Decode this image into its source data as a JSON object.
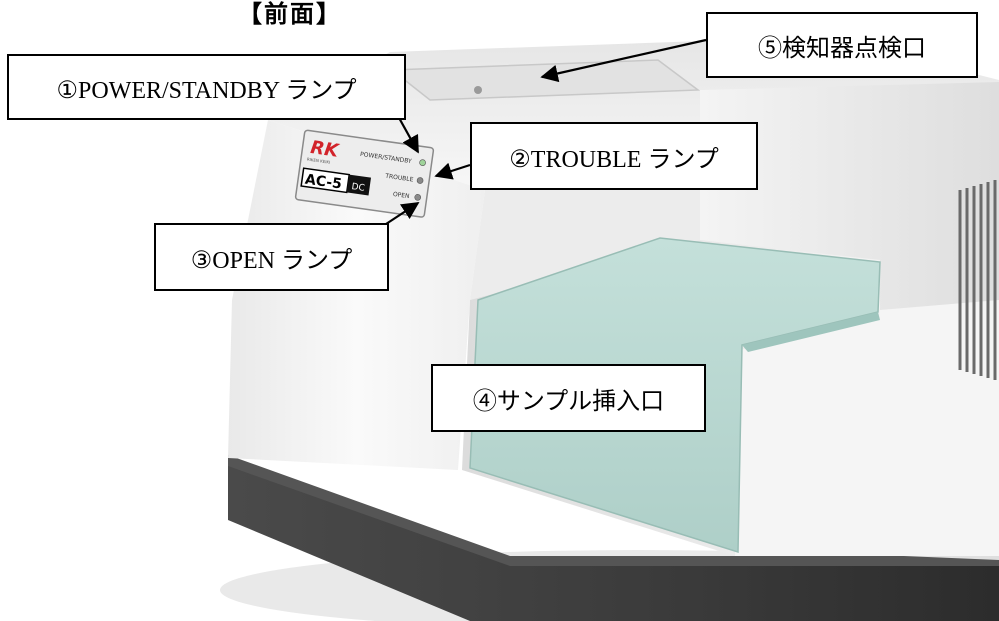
{
  "heading": "【前面】",
  "device": {
    "brand_logo": "RK",
    "brand_name": "RIKEN KEIKI",
    "model_main": "AC-5",
    "model_suffix": "DC",
    "panel_labels": [
      "POWER/STANDBY",
      "TROUBLE",
      "OPEN"
    ]
  },
  "callouts": [
    {
      "id": "power-standby-lamp",
      "text": "①POWER/STANDBY ランプ"
    },
    {
      "id": "trouble-lamp",
      "text": "②TROUBLE ランプ"
    },
    {
      "id": "open-lamp",
      "text": "③OPEN ランプ"
    },
    {
      "id": "sample-inlet",
      "text": "④サンプル挿入口"
    },
    {
      "id": "detector-inspection-port",
      "text": "⑤検知器点検口"
    }
  ],
  "colors": {
    "body": "#f2f2f2",
    "base": "#3a3a3a",
    "sample_tray": "#b9d8d2",
    "power_led": "#9fd39a",
    "indicator_led": "#8a8a8a"
  }
}
